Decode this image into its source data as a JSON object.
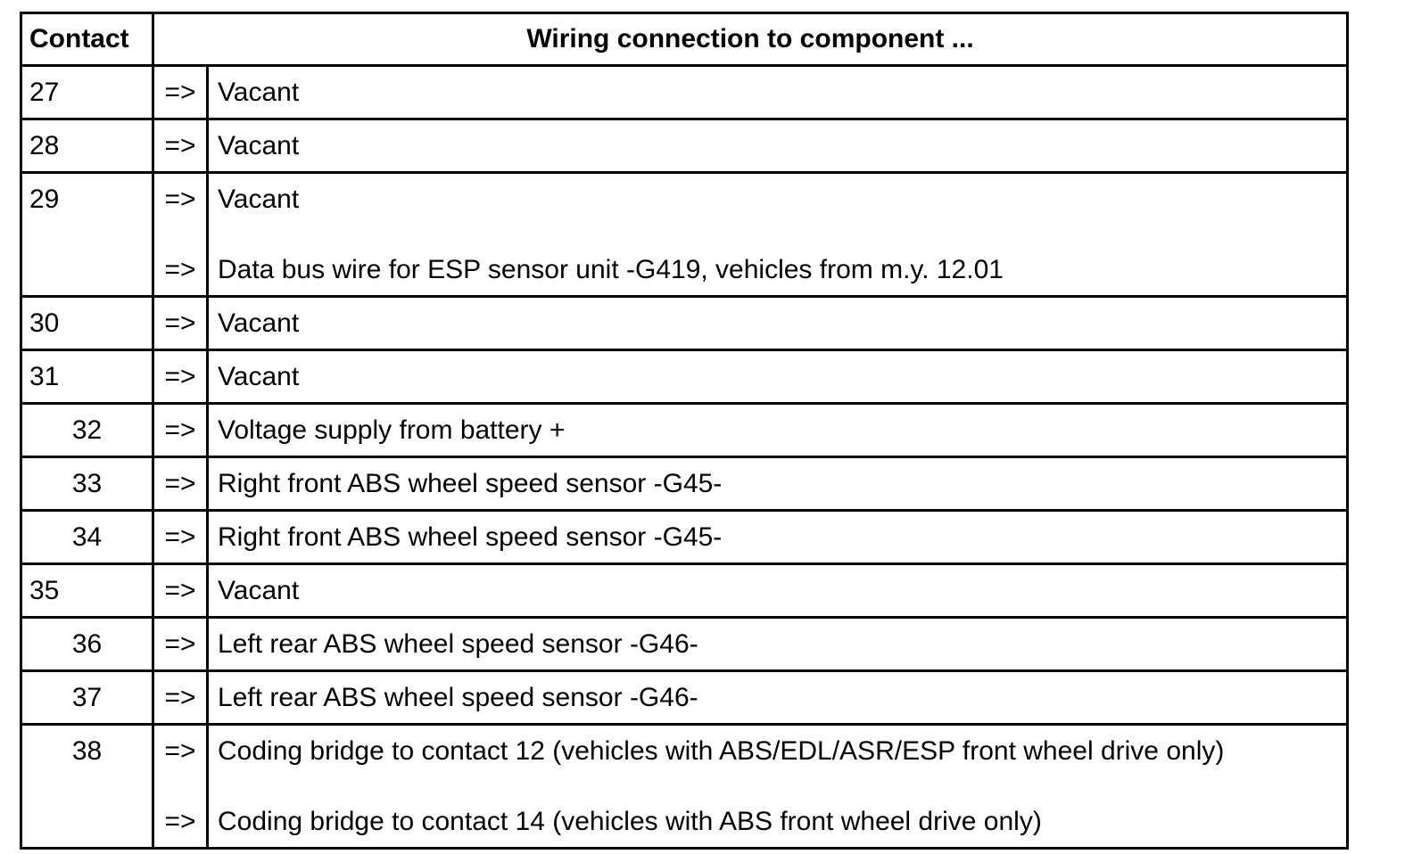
{
  "page": {
    "background": "#ffffff"
  },
  "table": {
    "header": {
      "contact": "Contact",
      "wiring": "Wiring connection to component ..."
    },
    "arrow_glyph": "=>",
    "colors": {
      "border": "#000000",
      "text": "#000000",
      "background": "#ffffff"
    },
    "rows": [
      {
        "contact": "27",
        "align": "left",
        "lines": [
          "Vacant"
        ]
      },
      {
        "contact": "28",
        "align": "left",
        "lines": [
          "Vacant"
        ]
      },
      {
        "contact": "29",
        "align": "left",
        "lines": [
          "Vacant",
          "Data bus wire for ESP sensor unit -G419, vehicles from m.y. 12.01"
        ]
      },
      {
        "contact": "30",
        "align": "left",
        "lines": [
          "Vacant"
        ]
      },
      {
        "contact": "31",
        "align": "left",
        "lines": [
          "Vacant"
        ]
      },
      {
        "contact": "32",
        "align": "center",
        "lines": [
          "Voltage supply from battery +"
        ]
      },
      {
        "contact": "33",
        "align": "center",
        "lines": [
          "Right front ABS wheel speed sensor -G45-"
        ]
      },
      {
        "contact": "34",
        "align": "center",
        "lines": [
          "Right front ABS wheel speed sensor -G45-"
        ]
      },
      {
        "contact": "35",
        "align": "left",
        "lines": [
          "Vacant"
        ]
      },
      {
        "contact": "36",
        "align": "center",
        "lines": [
          "Left rear ABS wheel speed sensor -G46-"
        ]
      },
      {
        "contact": "37",
        "align": "center",
        "lines": [
          "Left rear ABS wheel speed sensor -G46-"
        ]
      },
      {
        "contact": "38",
        "align": "center",
        "lines": [
          "Coding bridge to contact 12 (vehicles with ABS/EDL/ASR/ESP front wheel drive only)",
          "Coding bridge to contact 14 (vehicles with ABS front wheel drive only)"
        ]
      }
    ]
  }
}
